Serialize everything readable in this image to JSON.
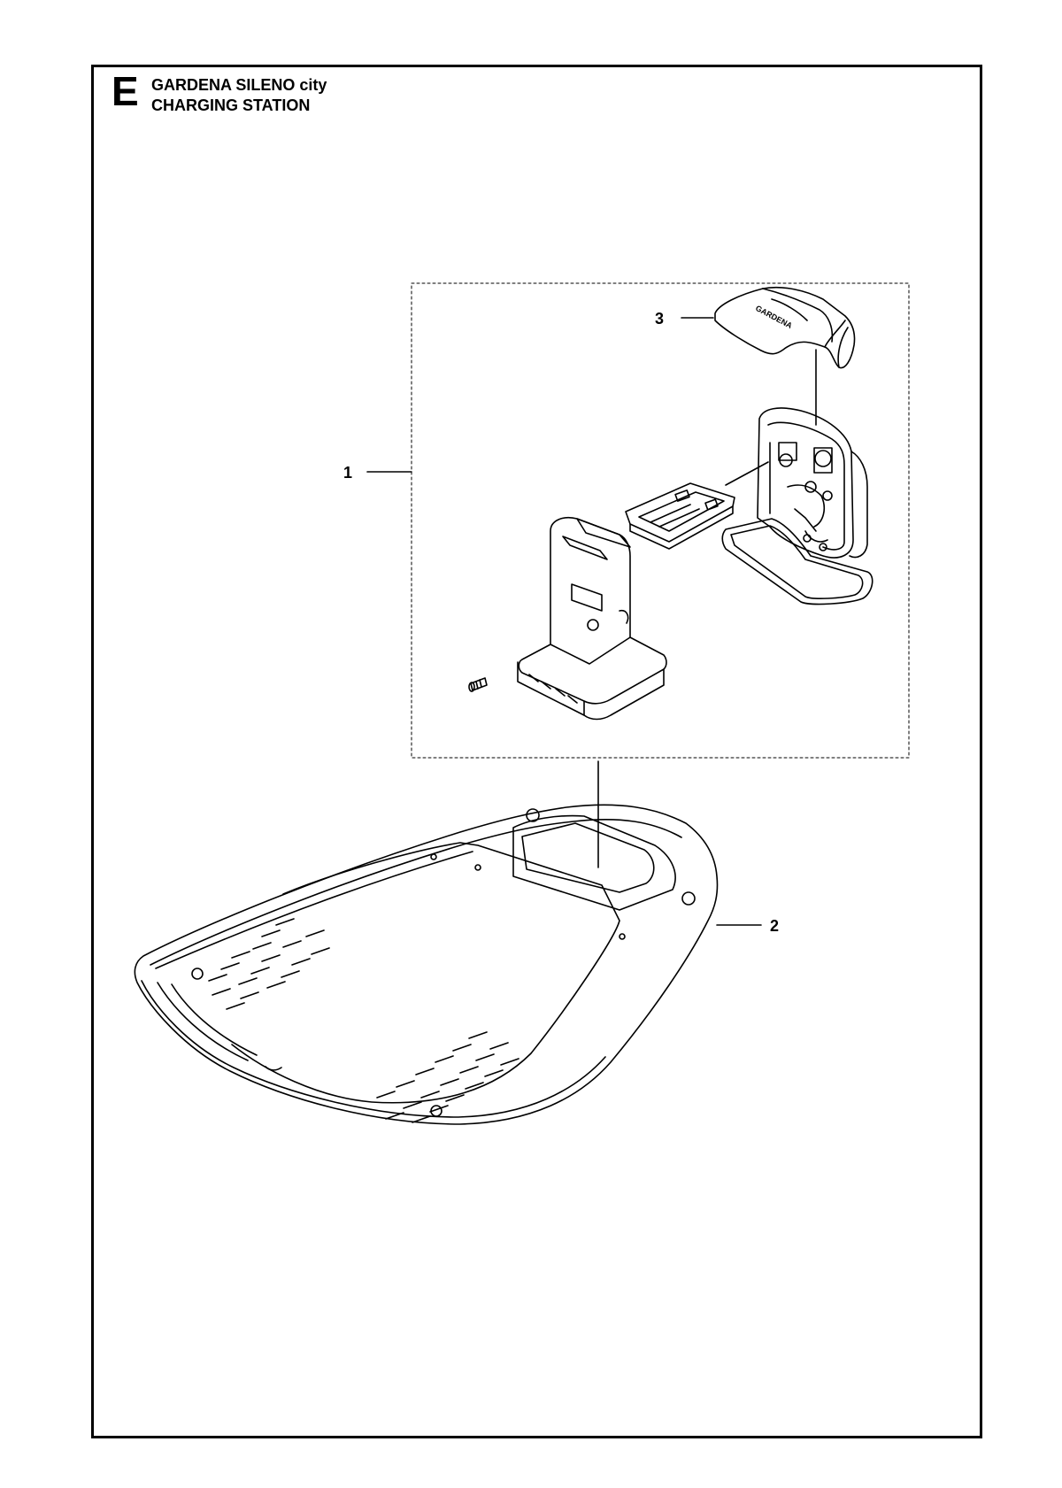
{
  "section_letter": "E",
  "title": {
    "line1": "GARDENA SILENO city",
    "line2": "CHARGING STATION"
  },
  "callouts": [
    {
      "id": "1",
      "label": "1",
      "part": "charging-station-assembly"
    },
    {
      "id": "2",
      "label": "2",
      "part": "base-plate"
    },
    {
      "id": "3",
      "label": "3",
      "part": "top-cover"
    }
  ],
  "cover_logo_text": "GARDENA",
  "colors": {
    "line": "#000000",
    "background": "#ffffff"
  }
}
